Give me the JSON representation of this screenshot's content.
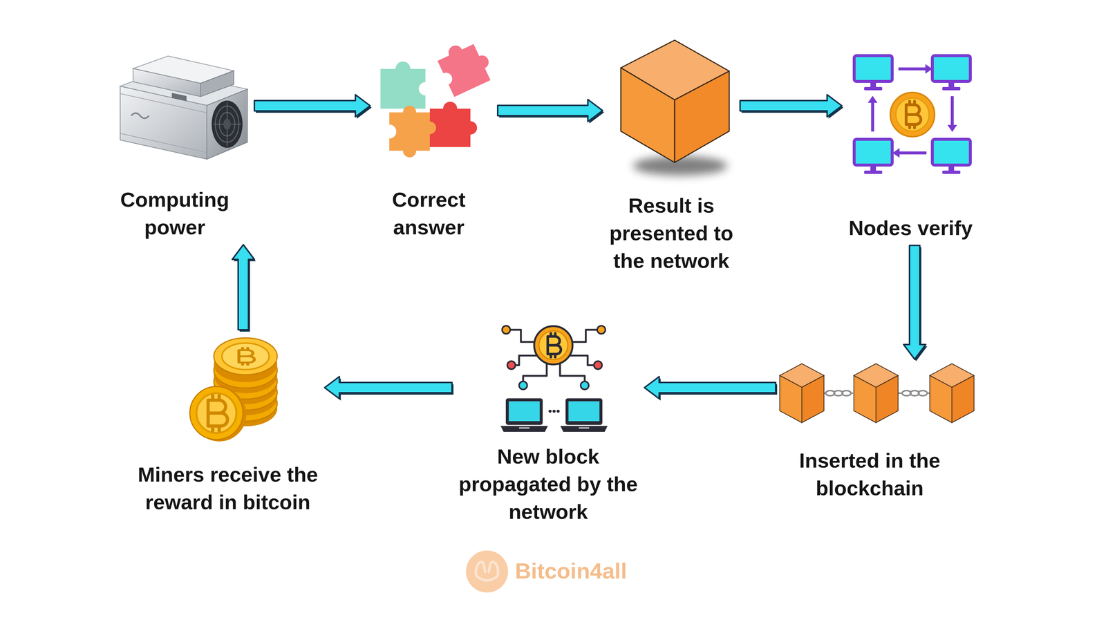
{
  "diagram": {
    "nodes": [
      {
        "text": [
          "Computing power"
        ]
      },
      {
        "text": [
          "Correct answer"
        ]
      },
      {
        "text": [
          "Result is presented to the network"
        ]
      },
      {
        "text": [
          "Nodes verify"
        ]
      },
      {
        "text": [
          "Inserted in the blockchain"
        ]
      },
      {
        "text": [
          "New block propagated by the network"
        ]
      },
      {
        "text": [
          "Miners receive the reward in bitcoin"
        ]
      }
    ],
    "edges": [
      {
        "from": 0,
        "to": 1,
        "arrow": "to"
      },
      {
        "from": 1,
        "to": 2,
        "arrow": "to"
      },
      {
        "from": 2,
        "to": 3,
        "arrow": "to"
      },
      {
        "from": 3,
        "to": 4,
        "arrow": "to"
      },
      {
        "from": 4,
        "to": 5,
        "arrow": "to"
      },
      {
        "from": 5,
        "to": 6,
        "arrow": "to"
      },
      {
        "from": 6,
        "to": 0,
        "arrow": "to"
      }
    ],
    "labels": [
      "Bitcoin4all"
    ]
  }
}
